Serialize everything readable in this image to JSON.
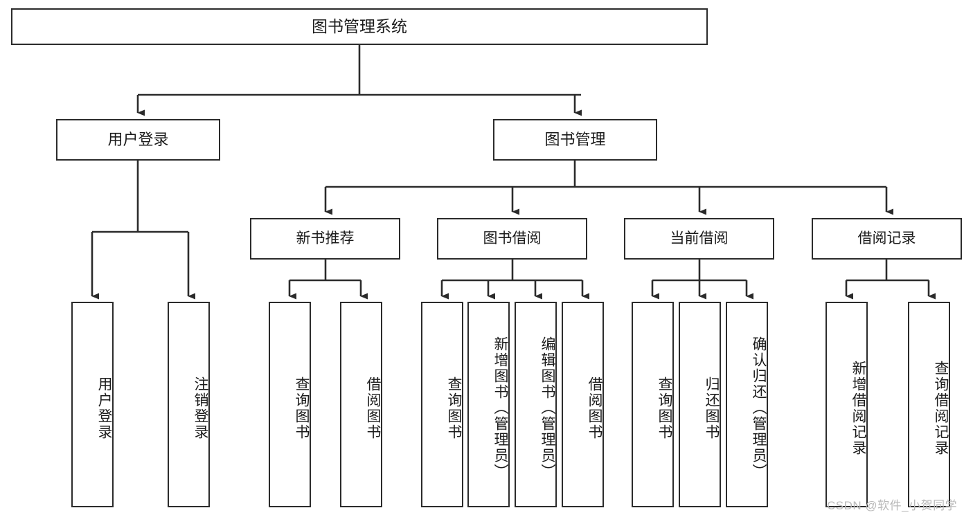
{
  "diagram": {
    "title": "图书管理系统",
    "watermark": "CSDN @软件_小贺同学",
    "colors": {
      "border": "#2b2b2b",
      "background": "#ffffff",
      "text": "#1b1b1b",
      "watermark": "#b9b9b9"
    },
    "root": {
      "label": "图书管理系统"
    },
    "level2": [
      {
        "label": "用户登录"
      },
      {
        "label": "图书管理"
      }
    ],
    "level3": [
      {
        "label": "新书推荐"
      },
      {
        "label": "图书借阅"
      },
      {
        "label": "当前借阅"
      },
      {
        "label": "借阅记录"
      }
    ],
    "leaves": {
      "user_login": [
        {
          "label": "用户登录"
        },
        {
          "label": "注销登录"
        }
      ],
      "new_book_recommend": [
        {
          "label": "查询图书"
        },
        {
          "label": "借阅图书"
        }
      ],
      "book_borrow": [
        {
          "label": "查询图书"
        },
        {
          "label": "新增图书（管理员）"
        },
        {
          "label": "编辑图书（管理员）"
        },
        {
          "label": "借阅图书"
        }
      ],
      "current_borrow": [
        {
          "label": "查询图书"
        },
        {
          "label": "归还图书"
        },
        {
          "label": "确认归还（管理员）"
        }
      ],
      "borrow_record": [
        {
          "label": "新增借阅记录"
        },
        {
          "label": "查询借阅记录"
        }
      ]
    }
  }
}
